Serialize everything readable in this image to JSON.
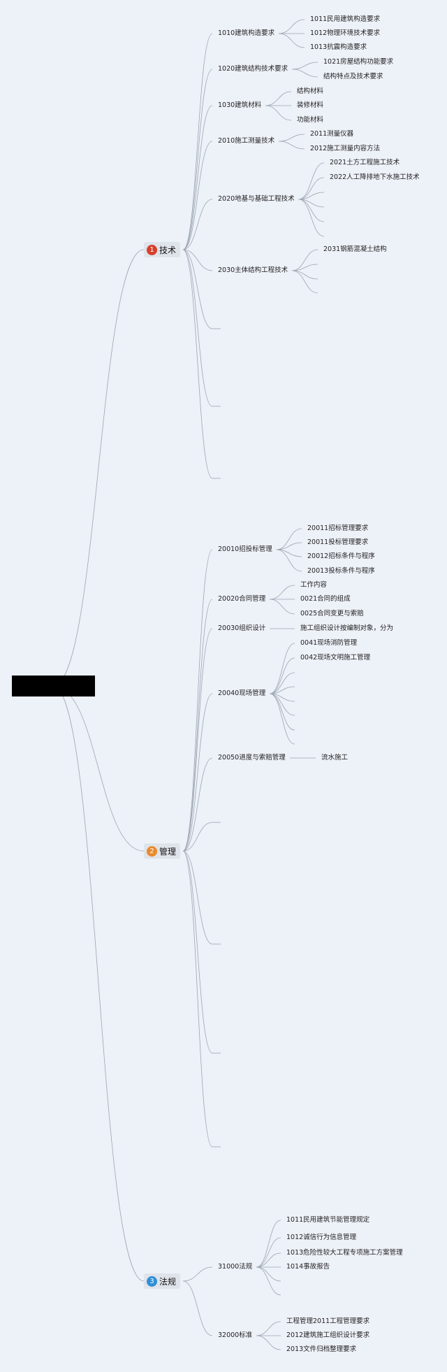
{
  "root": {
    "label": ""
  },
  "colors": {
    "line": "#9ca6b2",
    "badge1": "#d6402a",
    "badge2": "#e98a2c",
    "badge3": "#2e8fd6"
  },
  "branches": [
    {
      "num": "1",
      "label": "技术",
      "badge_color": "#d6402a",
      "children": [
        {
          "label": "1010建筑构造要求",
          "children": [
            "1011民用建筑构造要求",
            "1012物理环境技术要求",
            "1013抗震构造要求"
          ]
        },
        {
          "label": "1020建筑结构技术要求",
          "children": [
            "1021房屋结构功能要求",
            "结构特点及技术要求"
          ]
        },
        {
          "label": "1030建筑材料",
          "children": [
            "结构材料",
            "装修材料",
            "功能材料"
          ]
        },
        {
          "label": "2010施工测量技术",
          "children": [
            "2011测量仪器",
            "2012施工测量内容方法"
          ]
        },
        {
          "label": "2020地基与基础工程技术",
          "children": [
            "2021土方工程施工技术",
            "2022人工降排地下水施工技术",
            "",
            "",
            "",
            ""
          ]
        },
        {
          "label": "2030主体结构工程技术",
          "children": [
            "2031钢筋混凝土结构",
            "",
            "",
            ""
          ]
        },
        {
          "label": "",
          "children": []
        },
        {
          "label": "",
          "children": []
        },
        {
          "label": "",
          "children": []
        }
      ]
    },
    {
      "num": "2",
      "label": "管理",
      "badge_color": "#e98a2c",
      "children": [
        {
          "label": "20010招投标管理",
          "children": [
            "20011招标管理要求",
            "20011投标管理要求",
            "20012招标条件与程序",
            "20013投标条件与程序"
          ]
        },
        {
          "label": "20020合同管理",
          "children": [
            "工作内容",
            "0021合同的组成",
            "0025合同变更与索赔"
          ]
        },
        {
          "label": "20030组织设计",
          "children": [
            "施工组织设计按编制对象，分为"
          ]
        },
        {
          "label": "20040现场管理",
          "children": [
            "0041现场消防管理",
            "0042现场文明施工管理",
            "",
            "",
            "",
            "",
            "",
            ""
          ]
        },
        {
          "label": "20050进度与索赔管理",
          "children": [
            "流水施工"
          ]
        },
        {
          "label": "",
          "children": []
        },
        {
          "label": "",
          "children": []
        },
        {
          "label": "",
          "children": []
        },
        {
          "label": "",
          "children": []
        }
      ]
    },
    {
      "num": "3",
      "label": "法规",
      "badge_color": "#2e8fd6",
      "children": [
        {
          "label": "31000法规",
          "children": [
            "1011民用建筑节能管理规定",
            "1012诚信行为信息管理",
            "1013危险性较大工程专项施工方案管理",
            "1014事故报告",
            "",
            ""
          ]
        },
        {
          "label": "32000标准",
          "children": [
            "工程管理2011工程管理要求",
            "2012建筑施工组织设计要求",
            "2013文件归档整理要求"
          ]
        }
      ]
    }
  ]
}
